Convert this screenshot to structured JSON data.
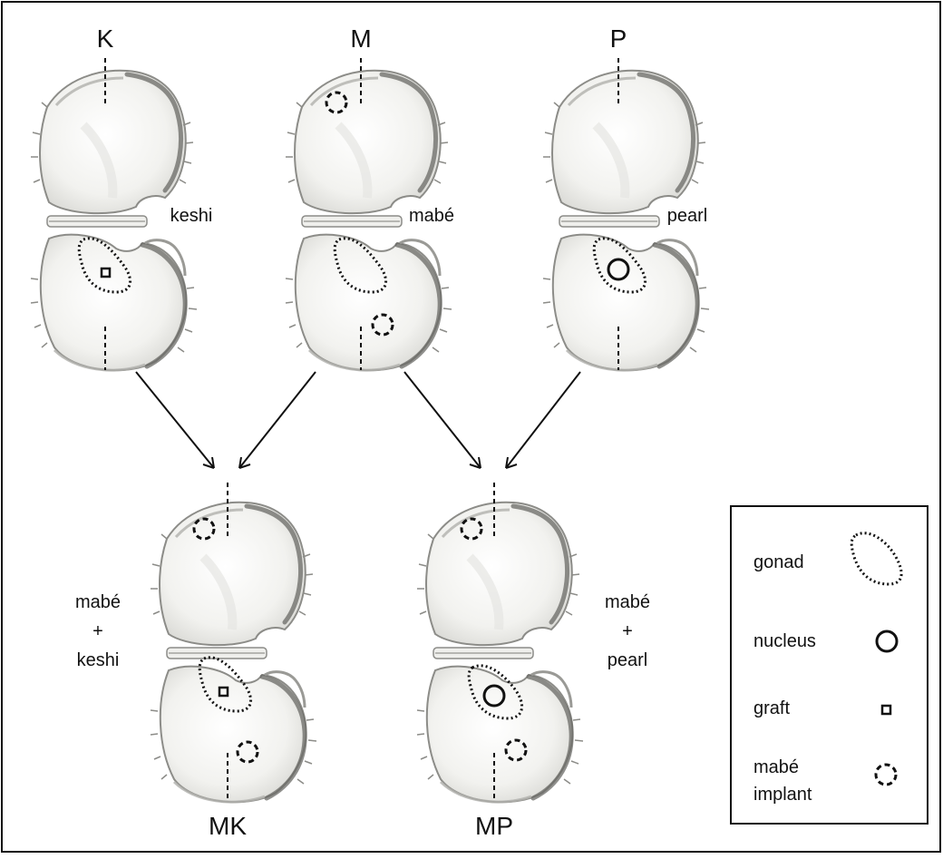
{
  "colors": {
    "ink": "#111111",
    "shell_fill": "#f4f4f2",
    "shell_mid": "#e2e2de",
    "shell_rim": "#8c8c88",
    "shell_rim_dark": "#6a6a66"
  },
  "top": {
    "K": {
      "label": "K",
      "caption": "keshi"
    },
    "M": {
      "label": "M",
      "caption": "mabé"
    },
    "P": {
      "label": "P",
      "caption": "pearl"
    }
  },
  "bottom": {
    "MK": {
      "label": "MK",
      "caption_line1": "mabé",
      "caption_line2": "+",
      "caption_line3": "keshi"
    },
    "MP": {
      "label": "MP",
      "caption_line1": "mabé",
      "caption_line2": "+",
      "caption_line3": "pearl"
    }
  },
  "legend": {
    "gonad": "gonad",
    "nucleus": "nucleus",
    "graft": "graft",
    "mabe_line1": "mabé",
    "mabe_line2": "implant"
  }
}
